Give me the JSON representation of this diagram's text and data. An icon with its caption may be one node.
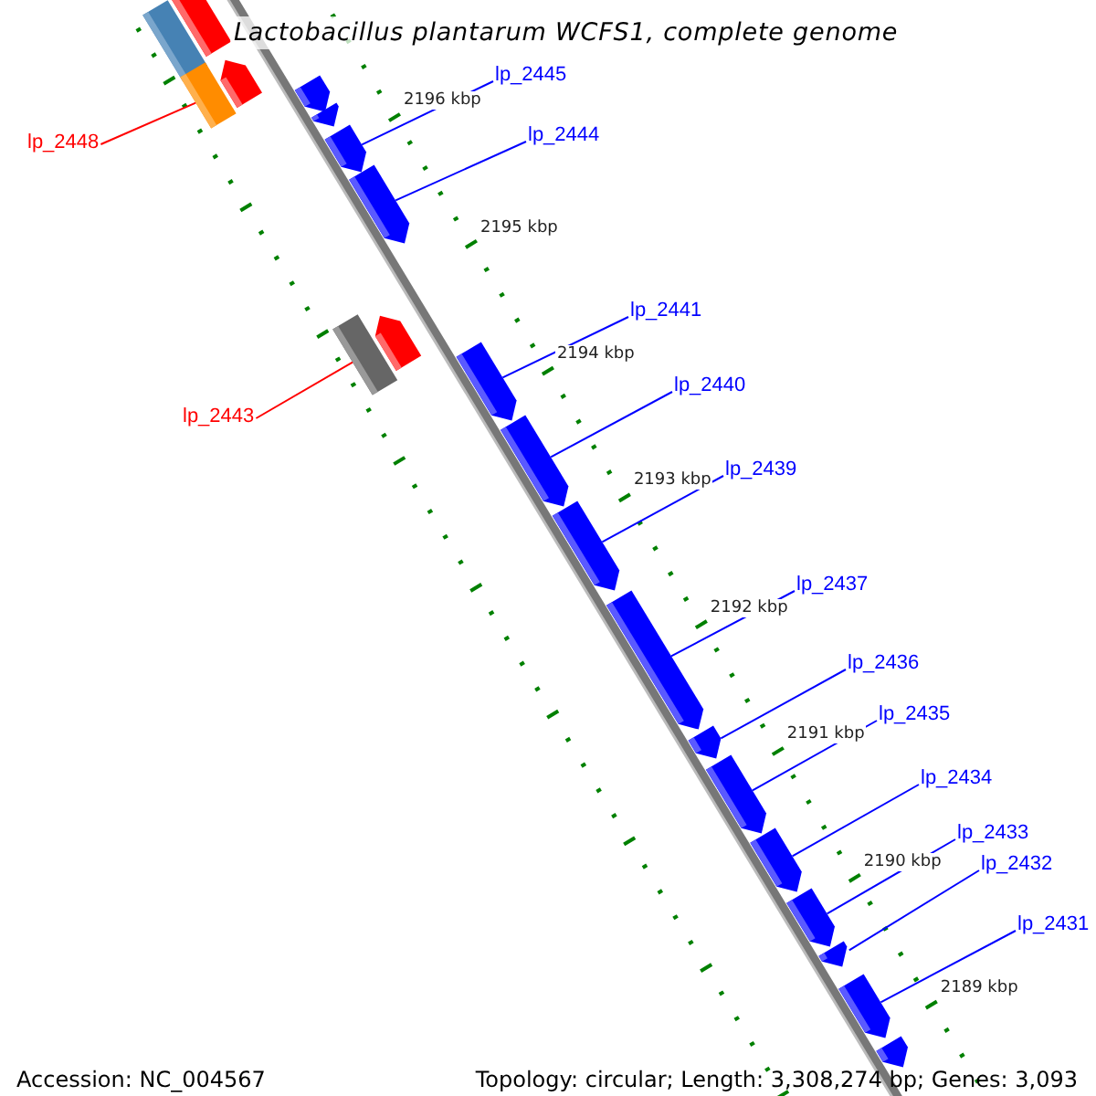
{
  "diagram": {
    "title": "Lactobacillus plantarum WCFS1, complete genome",
    "nodes": [
      {
        "text": [],
        "shape": "box"
      },
      {
        "text": [],
        "shape": "box"
      },
      {
        "text": [],
        "shape": "box"
      },
      {
        "text": [],
        "shape": "pentagon"
      },
      {
        "text": [
          "lp_2448"
        ]
      },
      {
        "text": [],
        "shape": "pentagon"
      },
      {
        "text": [],
        "shape": "pentagon"
      },
      {
        "text": [
          "lp_2445"
        ]
      },
      {
        "text": [],
        "shape": "pentagon"
      },
      {
        "text": [
          "lp_2444"
        ]
      },
      {
        "text": [],
        "shape": "pentagon"
      },
      {
        "text": [],
        "shape": "pentagon"
      },
      {
        "text": [],
        "shape": "box"
      },
      {
        "text": [
          "lp_2443"
        ]
      },
      {
        "text": [
          "lp_2441"
        ]
      },
      {
        "text": [],
        "shape": "pentagon"
      },
      {
        "text": [
          "lp_2440"
        ]
      },
      {
        "text": [],
        "shape": "pentagon"
      },
      {
        "text": [
          "lp_2439"
        ]
      },
      {
        "text": [],
        "shape": "pentagon"
      },
      {
        "text": [
          "lp_2437"
        ]
      },
      {
        "text": [],
        "shape": "pentagon"
      },
      {
        "text": [
          "lp_2436"
        ]
      },
      {
        "text": [],
        "shape": "pentagon"
      },
      {
        "text": [
          "lp_2435"
        ]
      },
      {
        "text": [],
        "shape": "pentagon"
      },
      {
        "text": [
          "lp_2434"
        ]
      },
      {
        "text": [],
        "shape": "pentagon"
      },
      {
        "text": [
          "lp_2433"
        ]
      },
      {
        "text": [],
        "shape": "pentagon"
      },
      {
        "text": [
          "lp_2432"
        ]
      },
      {
        "text": [],
        "shape": "pentagon"
      },
      {
        "text": [
          "lp_2431"
        ]
      },
      {
        "text": [],
        "shape": "pentagon"
      },
      {
        "text": [],
        "shape": "pentagon"
      }
    ],
    "edges": [
      {
        "from": 4,
        "to": 2,
        "arrow": "none",
        "color": "#ff0000"
      },
      {
        "from": 7,
        "to": 8,
        "arrow": "none"
      },
      {
        "from": 9,
        "to": 10,
        "arrow": "none"
      },
      {
        "from": 13,
        "to": 12,
        "arrow": "none",
        "color": "#ff0000"
      },
      {
        "from": 14,
        "to": 15,
        "arrow": "none"
      },
      {
        "from": 16,
        "to": 17,
        "arrow": "none"
      },
      {
        "from": 18,
        "to": 19,
        "arrow": "none"
      },
      {
        "from": 20,
        "to": 21,
        "arrow": "none"
      },
      {
        "from": 22,
        "to": 23,
        "arrow": "none"
      },
      {
        "from": 24,
        "to": 25,
        "arrow": "none"
      },
      {
        "from": 26,
        "to": 27,
        "arrow": "none"
      },
      {
        "from": 28,
        "to": 29,
        "arrow": "none"
      },
      {
        "from": 30,
        "to": 31,
        "arrow": "none"
      },
      {
        "from": 32,
        "to": 33,
        "arrow": "none"
      }
    ],
    "labels": [
      "2196 kbp",
      "2195 kbp",
      "2194 kbp",
      "2193 kbp",
      "2192 kbp",
      "2191 kbp",
      "2190 kbp",
      "2189 kbp",
      "Accession: NC_004567",
      "Topology: circular; Length: 3,308,274 bp; Genes: 3,093"
    ]
  }
}
